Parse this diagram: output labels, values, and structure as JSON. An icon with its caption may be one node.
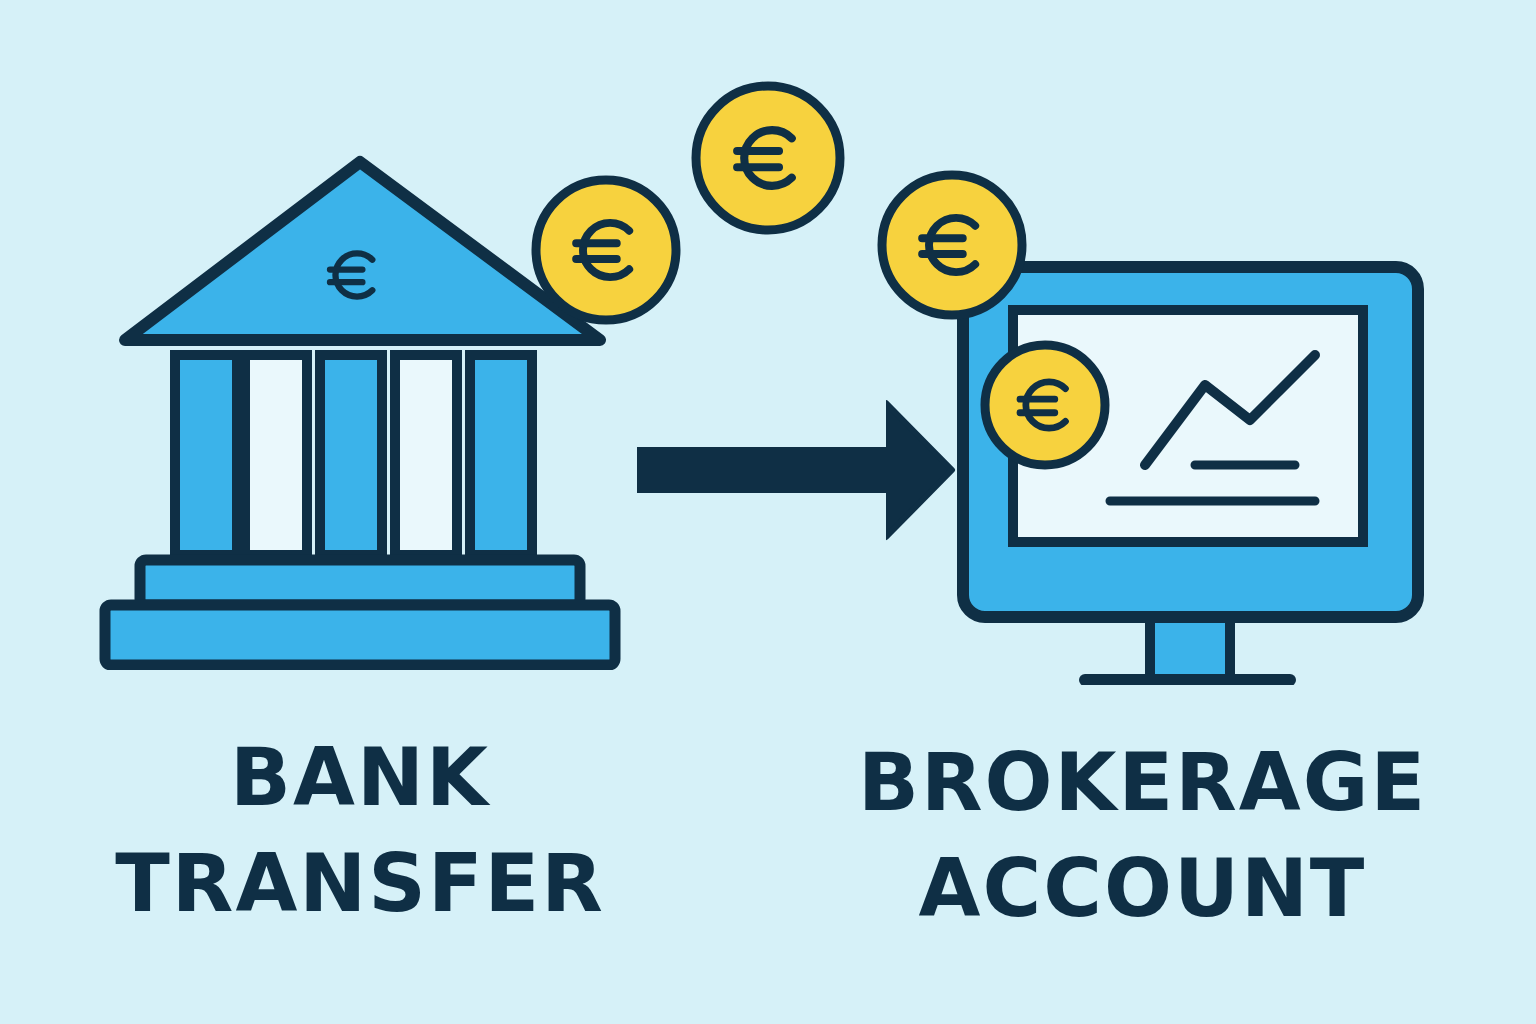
{
  "diagram": {
    "nodes": [
      {
        "text": [
          "BANK TRANSFER"
        ]
      },
      {
        "text": [
          "BROKERAGE ACCOUNT"
        ]
      }
    ],
    "edges": [
      {
        "from": 0,
        "to": 1,
        "arrow": "to"
      }
    ]
  }
}
